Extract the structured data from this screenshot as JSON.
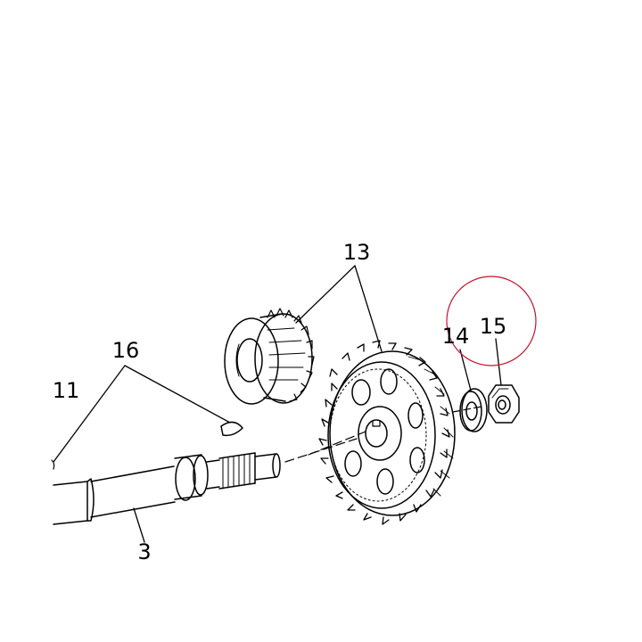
{
  "callouts": {
    "c13": "13",
    "c14": "14",
    "c15": "15",
    "c16": "16",
    "c11": "11",
    "c3": "3"
  },
  "colors": {
    "ink": "#000000",
    "highlight_circle": "#c8102e",
    "background": "#ffffff"
  }
}
